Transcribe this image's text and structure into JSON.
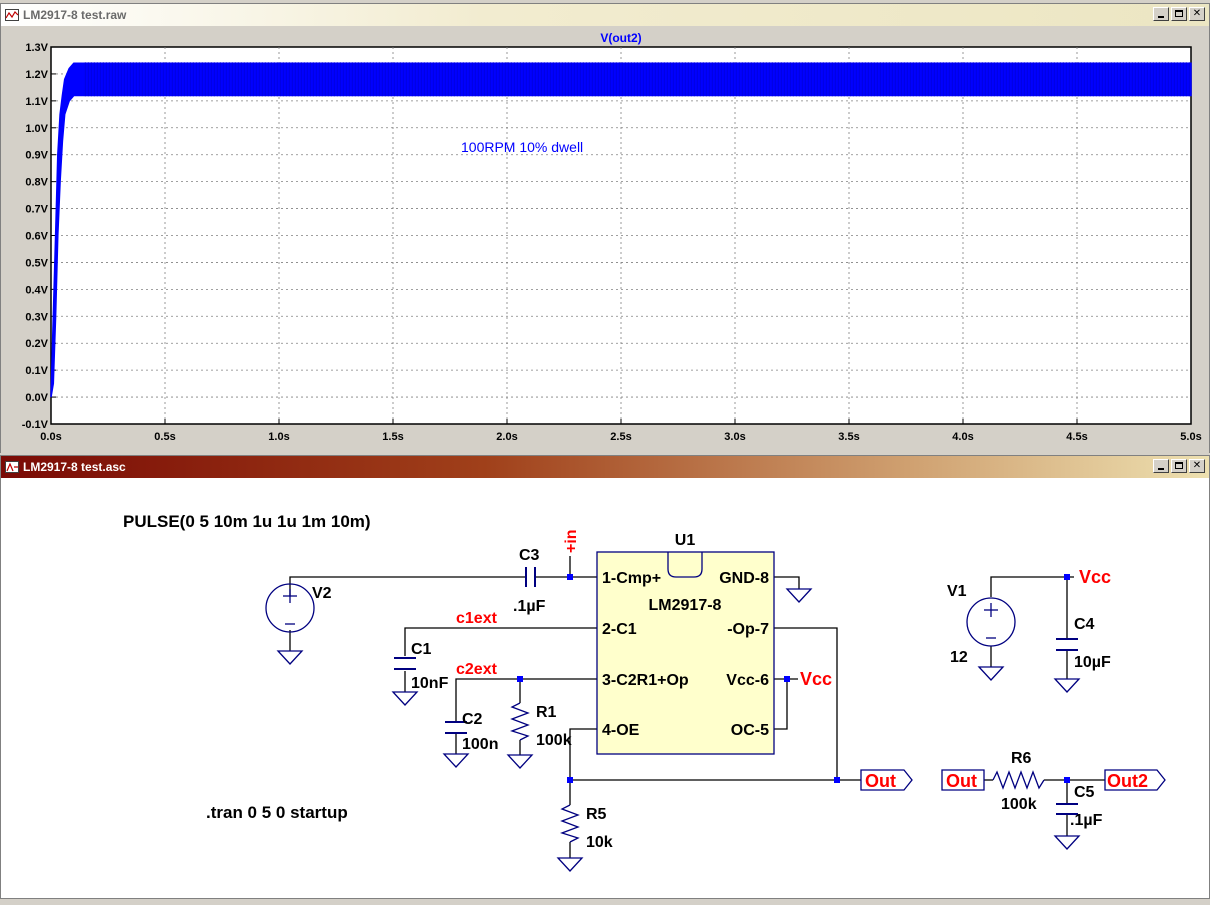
{
  "plot_window": {
    "title": "LM2917-8 test.raw",
    "trace_label": "V(out2)",
    "annotation": "100RPM 10% dwell",
    "y_ticks": [
      "1.3V",
      "1.2V",
      "1.1V",
      "1.0V",
      "0.9V",
      "0.8V",
      "0.7V",
      "0.6V",
      "0.5V",
      "0.4V",
      "0.3V",
      "0.2V",
      "0.1V",
      "0.0V",
      "-0.1V"
    ],
    "x_ticks": [
      "0.0s",
      "0.5s",
      "1.0s",
      "1.5s",
      "2.0s",
      "2.5s",
      "3.0s",
      "3.5s",
      "4.0s",
      "4.5s",
      "5.0s"
    ],
    "trace_color": "#0000ff"
  },
  "chart_data": {
    "type": "line",
    "title": "V(out2)",
    "xlabel": "",
    "ylabel": "",
    "xlim": [
      0,
      5
    ],
    "ylim": [
      -0.1,
      1.3
    ],
    "grid": true,
    "series": [
      {
        "name": "V(out2)",
        "x": [
          0,
          0.01,
          0.02,
          0.03,
          0.04,
          0.05,
          0.06,
          0.08,
          0.1,
          0.15,
          0.5,
          1.0,
          2.0,
          3.0,
          4.0,
          5.0
        ],
        "y_max": [
          0,
          0.3,
          0.6,
          0.9,
          1.05,
          1.12,
          1.18,
          1.22,
          1.24,
          1.24,
          1.24,
          1.24,
          1.24,
          1.24,
          1.24,
          1.24
        ],
        "y_min": [
          0,
          0.05,
          0.3,
          0.6,
          0.8,
          0.95,
          1.05,
          1.1,
          1.12,
          1.12,
          1.12,
          1.12,
          1.12,
          1.12,
          1.12,
          1.12
        ]
      }
    ]
  },
  "schematic_window": {
    "title": "LM2917-8 test.asc",
    "directive_pulse": "PULSE(0 5 10m 1u 1u 1m 10m)",
    "directive_tran": ".tran 0 5 0 startup",
    "u1": {
      "ref": "U1",
      "part": "LM2917-8",
      "pin1": "1-Cmp+",
      "pin2": "2-C1",
      "pin3": "3-C2R1+Op",
      "pin4": "4-OE",
      "pin8": "GND-8",
      "pin7": "-Op-7",
      "pin6": "Vcc-6",
      "pin5": "OC-5"
    },
    "v2": {
      "ref": "V2"
    },
    "v1": {
      "ref": "V1",
      "value": "12"
    },
    "c3": {
      "ref": "C3",
      "value": ".1µF"
    },
    "c1": {
      "ref": "C1",
      "value": "10nF"
    },
    "c2": {
      "ref": "C2",
      "value": "100n"
    },
    "r1": {
      "ref": "R1",
      "value": "100k"
    },
    "r5": {
      "ref": "R5",
      "value": "10k"
    },
    "c4": {
      "ref": "C4",
      "value": "10µF"
    },
    "r6": {
      "ref": "R6",
      "value": "100k"
    },
    "c5": {
      "ref": "C5",
      "value": ".1µF"
    },
    "net_in": "+in",
    "net_c1ext": "c1ext",
    "net_c2ext": "c2ext",
    "net_vcc_u1": "Vcc",
    "net_vcc_v1": "Vcc",
    "net_out_port": "Out",
    "net_out_in": "Out",
    "net_out2": "Out2",
    "net_color": "#ff0000",
    "wire_color": "#000000",
    "symbol_color": "#000080"
  }
}
